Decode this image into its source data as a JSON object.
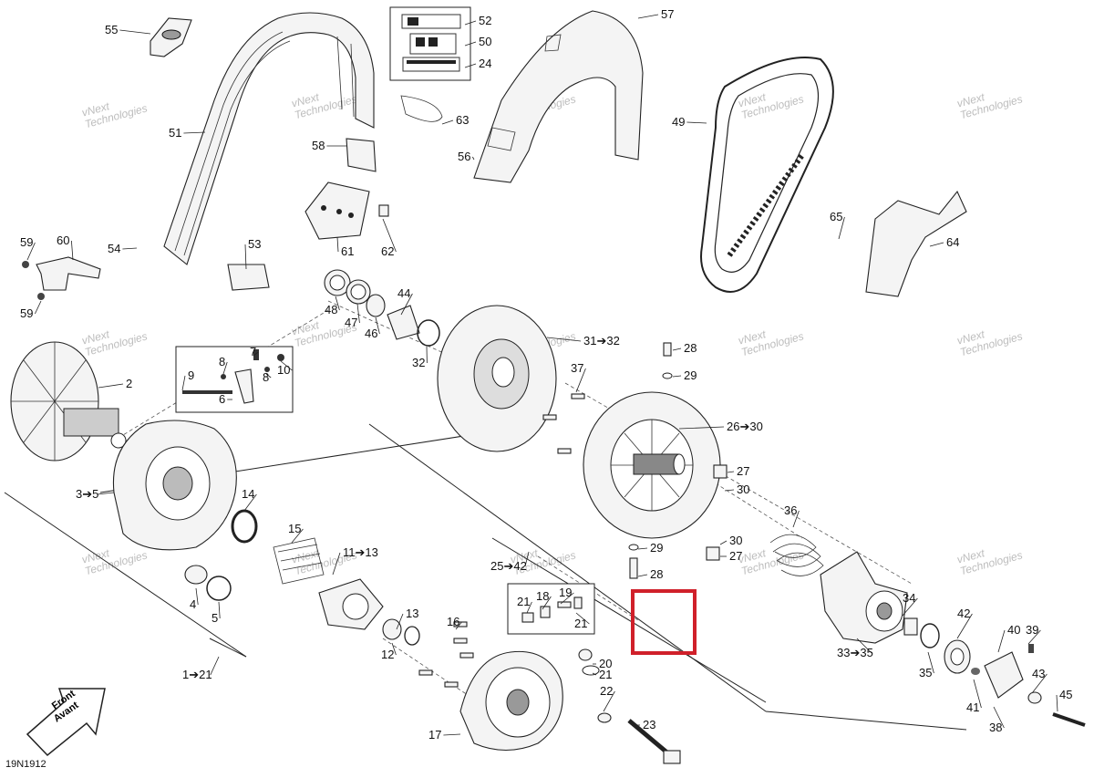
{
  "diagram": {
    "code": "19N1912",
    "watermark": "vNext Technologies",
    "front_arrow": {
      "line1": "Front",
      "line2": "Avant"
    },
    "highlight_color": "#d0202a",
    "callouts": [
      "55",
      "52",
      "50",
      "24",
      "57",
      "51",
      "63",
      "58",
      "56",
      "49",
      "65",
      "64",
      "59",
      "60",
      "54",
      "53",
      "61",
      "62",
      "59",
      "48",
      "47",
      "46",
      "44",
      "32",
      "31➔32",
      "28",
      "29",
      "2",
      "7",
      "9",
      "8",
      "8",
      "10",
      "6",
      "37",
      "26➔30",
      "27",
      "30",
      "3➔5",
      "14",
      "15",
      "11➔13",
      "30",
      "27",
      "36",
      "25➔42",
      "29",
      "28",
      "4",
      "5",
      "21",
      "18",
      "19",
      "21",
      "13",
      "16",
      "12",
      "34",
      "42",
      "40",
      "39",
      "1➔21",
      "21",
      "20",
      "33➔35",
      "35",
      "43",
      "41",
      "22",
      "23",
      "17",
      "38",
      "45"
    ]
  }
}
